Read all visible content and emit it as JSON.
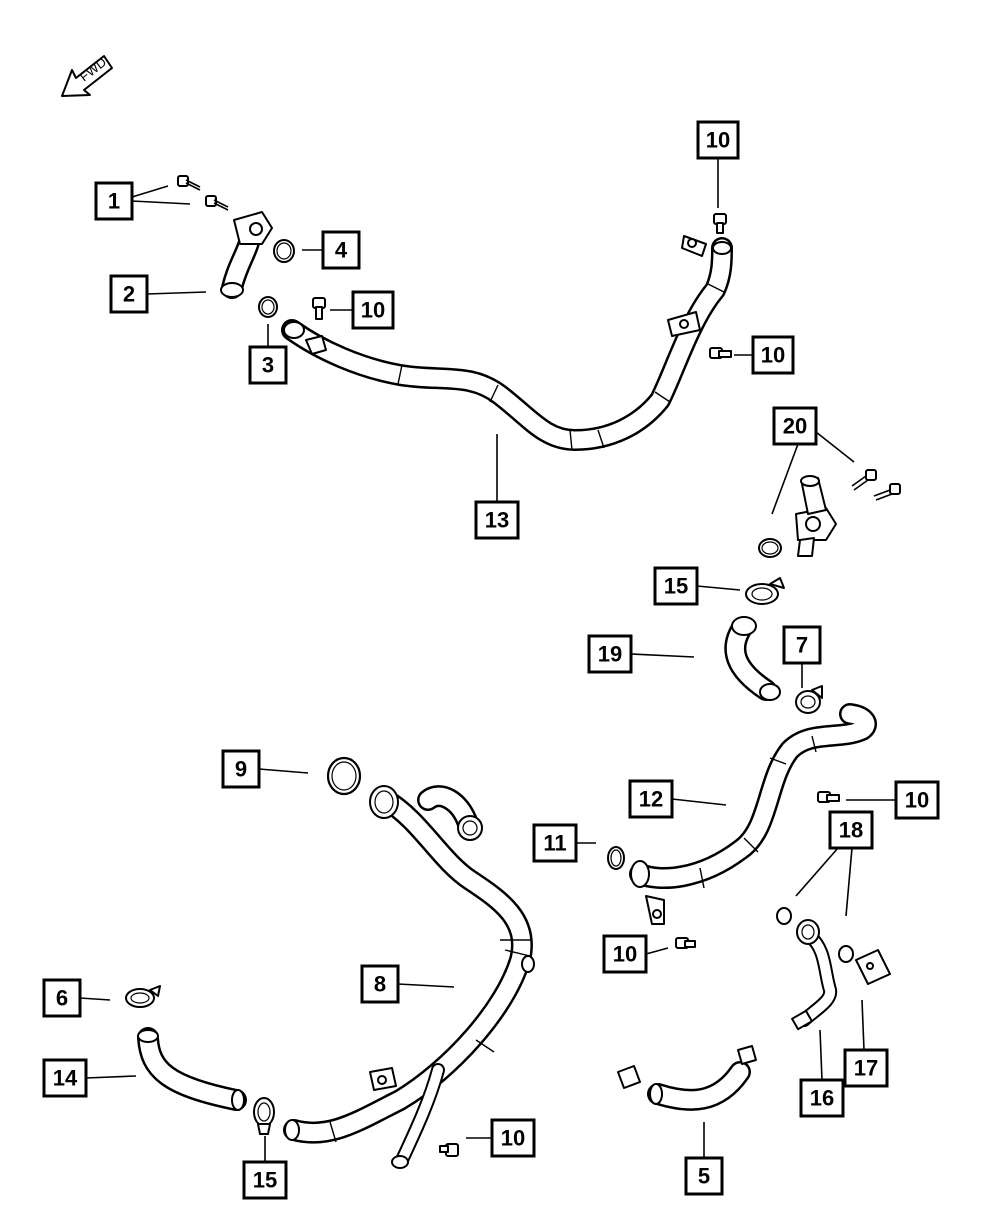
{
  "orientation": {
    "fwd_label": "FWD"
  },
  "callouts": [
    {
      "id": "c1",
      "label": "1"
    },
    {
      "id": "c2",
      "label": "2"
    },
    {
      "id": "c3",
      "label": "3"
    },
    {
      "id": "c4",
      "label": "4"
    },
    {
      "id": "c10a",
      "label": "10"
    },
    {
      "id": "c10b",
      "label": "10"
    },
    {
      "id": "c10c",
      "label": "10"
    },
    {
      "id": "c13",
      "label": "13"
    },
    {
      "id": "c20",
      "label": "20"
    },
    {
      "id": "c15a",
      "label": "15"
    },
    {
      "id": "c19",
      "label": "19"
    },
    {
      "id": "c7",
      "label": "7"
    },
    {
      "id": "c9",
      "label": "9"
    },
    {
      "id": "c12",
      "label": "12"
    },
    {
      "id": "c10d",
      "label": "10"
    },
    {
      "id": "c11",
      "label": "11"
    },
    {
      "id": "c18",
      "label": "18"
    },
    {
      "id": "c10e",
      "label": "10"
    },
    {
      "id": "c8",
      "label": "8"
    },
    {
      "id": "c6",
      "label": "6"
    },
    {
      "id": "c14",
      "label": "14"
    },
    {
      "id": "c17",
      "label": "17"
    },
    {
      "id": "c16",
      "label": "16"
    },
    {
      "id": "c10f",
      "label": "10"
    },
    {
      "id": "c15b",
      "label": "15"
    },
    {
      "id": "c5",
      "label": "5"
    }
  ]
}
